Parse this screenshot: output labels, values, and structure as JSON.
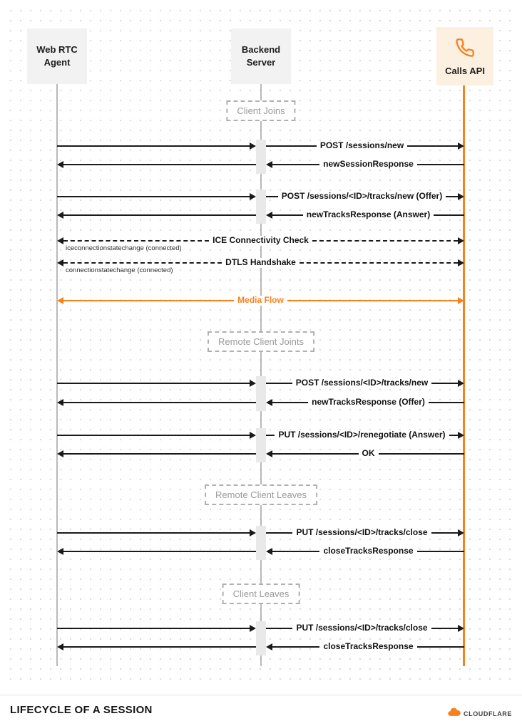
{
  "diagram": {
    "colors": {
      "accent": "#f6821f",
      "line": "#1a1a1a",
      "muted_gray": "#9a9a9a",
      "actor_bg": "#f2f2f2",
      "calls_bg": "#fcf0e0"
    },
    "actors": [
      {
        "label": "Web RTC Agent"
      },
      {
        "label": "Backend Server"
      },
      {
        "label": "Calls API",
        "icon": "phone-icon"
      }
    ],
    "phases": [
      {
        "label": "Client Joins"
      },
      {
        "label": "Remote Client Joints"
      },
      {
        "label": "Remote Client Leaves"
      },
      {
        "label": "Client Leaves"
      }
    ],
    "messages": [
      {
        "label": "POST /sessions/new",
        "dir": "right",
        "style": "solid"
      },
      {
        "label": "newSessionResponse",
        "dir": "left",
        "style": "solid"
      },
      {
        "label": "POST /sessions/<ID>/tracks/new (Offer)",
        "dir": "right",
        "style": "solid"
      },
      {
        "label": "newTracksResponse (Answer)",
        "dir": "left",
        "style": "solid"
      },
      {
        "label": "ICE Connectivity Check",
        "note": "iceconnectionstatechange (connected)",
        "dir": "both",
        "style": "dashed"
      },
      {
        "label": "DTLS Handshake",
        "note": "connectionstatechange (connected)",
        "dir": "both",
        "style": "dashed"
      },
      {
        "label": "Media Flow",
        "dir": "both",
        "style": "media"
      },
      {
        "label": "POST /sessions/<ID>/tracks/new",
        "dir": "right",
        "style": "solid"
      },
      {
        "label": "newTracksResponse (Offer)",
        "dir": "left",
        "style": "solid"
      },
      {
        "label": "PUT /sessions/<ID>/renegotiate (Answer)",
        "dir": "right",
        "style": "solid"
      },
      {
        "label": "OK",
        "dir": "left",
        "style": "solid"
      },
      {
        "label": "PUT /sessions/<ID>/tracks/close",
        "dir": "right",
        "style": "solid"
      },
      {
        "label": "closeTracksResponse",
        "dir": "left",
        "style": "solid"
      },
      {
        "label": "PUT /sessions/<ID>/tracks/close",
        "dir": "right",
        "style": "solid"
      },
      {
        "label": "closeTracksResponse",
        "dir": "left",
        "style": "solid"
      }
    ],
    "footer": {
      "title": "LIFECYCLE OF A SESSION",
      "brand": "CLOUDFLARE"
    }
  }
}
